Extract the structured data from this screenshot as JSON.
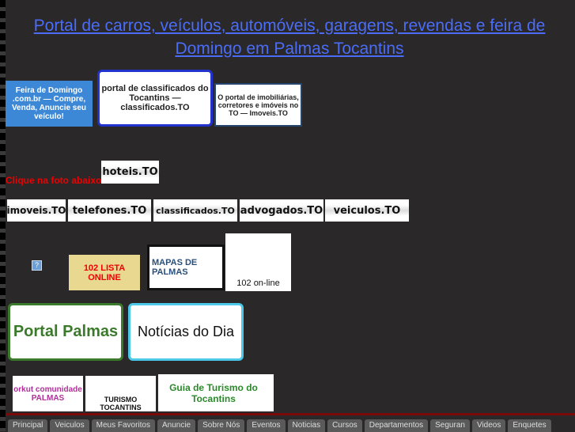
{
  "title": "Portal de carros, veículos, automóveis, garagens, revendas e feira de Domingo em Palmas Tocantins",
  "banners": {
    "feira": "Feira de Domingo .com.br — Compre, Venda, Anuncie seu veículo!",
    "classificados": "portal de classificados do Tocantins — classificados.TO",
    "imoveis_big": "O portal de imobiliárias, corretores e imóveis no TO — Imoveis.TO",
    "hoteis": "hoteis.TO",
    "imoveis": "imoveis.TO",
    "telefones": "telefones.TO",
    "classificados_small": "classificados.TO",
    "advogados": "advogados.TO",
    "veiculos": "veiculos.TO",
    "lista": "102 LISTA ONLINE",
    "mapas": "MAPAS DE PALMAS",
    "online102": "102 on-line",
    "portal_palmas": "Portal Palmas",
    "noticias": "Notícias do Dia",
    "orkut": "orkut comunidade PALMAS",
    "turismo": "TURISMO TOCANTINS",
    "guia": "Guia de Turismo do Tocantins"
  },
  "clique": "Clique na foto abaixo:",
  "help_icon": "?",
  "tabs": [
    "Principal",
    "Veiculos",
    "Meus Favoritos",
    "Anuncie",
    "Sobre Nós",
    "Eventos",
    "Noticias",
    "Cursos",
    "Departamentos",
    "Seguran",
    "Videos",
    "Enquetes"
  ]
}
